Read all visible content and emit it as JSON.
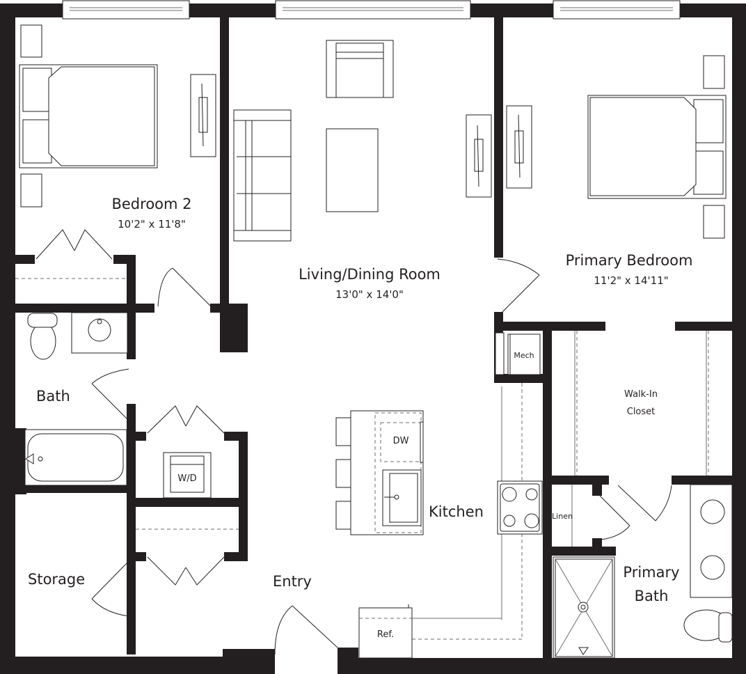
{
  "plan": {
    "rooms": [
      {
        "id": "bedroom-2",
        "name": "Bedroom  2",
        "dimensions": "10'2\" x 11'8\""
      },
      {
        "id": "living-dining",
        "name": "Living/Dining Room",
        "dimensions": "13'0\" x 14'0\""
      },
      {
        "id": "primary-bedroom",
        "name": "Primary  Bedroom",
        "dimensions": "11'2\" x 14'11\""
      },
      {
        "id": "bath",
        "name": "Bath"
      },
      {
        "id": "storage",
        "name": "Storage"
      },
      {
        "id": "entry",
        "name": "Entry"
      },
      {
        "id": "kitchen",
        "name": "Kitchen"
      },
      {
        "id": "walk-in-closet",
        "name_line1": "Walk-In",
        "name_line2": "Closet"
      },
      {
        "id": "primary-bath",
        "name_line1": "Primary",
        "name_line2": "Bath"
      }
    ],
    "fixtures": {
      "washer_dryer": "W/D",
      "dishwasher": "DW",
      "refrigerator": "Ref.",
      "mechanical": "Mech",
      "linen": "Linen"
    },
    "colors": {
      "wall": "#231f20",
      "fixture_line": "#6d6e71",
      "background": "#ffffff"
    }
  }
}
